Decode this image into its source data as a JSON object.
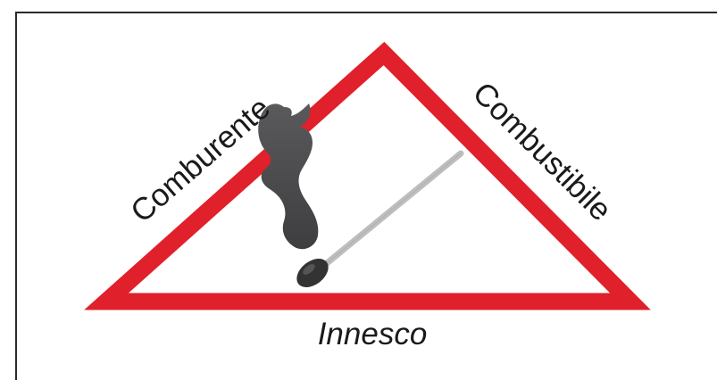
{
  "diagram": {
    "labels": {
      "left": "Comburente",
      "right": "Combustibile",
      "bottom": "Innesco"
    },
    "colors": {
      "triangle": "#e0202a",
      "frame": "#2a2a2a",
      "text": "#1a1a1a",
      "smoke": "#4a4a4c",
      "match_stick": "#c8c8c8",
      "match_head": "#333333"
    },
    "icons": [
      "smoke-icon",
      "match-icon"
    ]
  }
}
